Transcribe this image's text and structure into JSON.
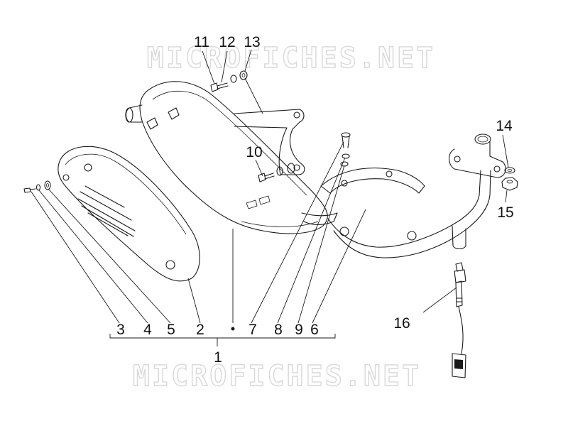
{
  "watermark": {
    "top": "MICROFICHES.NET",
    "bottom": "MICROFICHES.NET"
  },
  "colors": {
    "lines": "#1a1a1a",
    "watermark": "#d8d8d8",
    "background": "#ffffff"
  },
  "callouts": {
    "c1": "1",
    "c2": "2",
    "c3": "3",
    "c4": "4",
    "c5": "5",
    "c6": "6",
    "c7": "7",
    "c8": "8",
    "c9": "9",
    "c10": "10",
    "c11": "11",
    "c12": "12",
    "c13": "13",
    "c14": "14",
    "c15": "15",
    "c16": "16"
  }
}
